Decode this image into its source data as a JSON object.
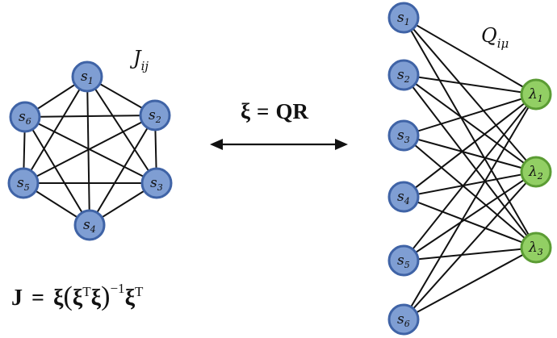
{
  "left_graph": {
    "title": "J",
    "title_sub": "ij",
    "nodes": [
      {
        "name": "s",
        "sub": "1"
      },
      {
        "name": "s",
        "sub": "2"
      },
      {
        "name": "s",
        "sub": "3"
      },
      {
        "name": "s",
        "sub": "4"
      },
      {
        "name": "s",
        "sub": "5"
      },
      {
        "name": "s",
        "sub": "6"
      }
    ]
  },
  "center": {
    "equation_lhs": "ξ",
    "equation_eq": "=",
    "equation_rhs": "QR"
  },
  "formula": {
    "lhs": "J",
    "eq": "=",
    "xi1": "ξ",
    "open_paren": "(",
    "xi2": "ξ",
    "t1": "T",
    "xi3": "ξ",
    "close_paren": ")",
    "exp": "−1",
    "xi4": "ξ",
    "t2": "T"
  },
  "right_graph": {
    "title": "Q",
    "title_sub": "iμ",
    "left_nodes": [
      {
        "name": "s",
        "sub": "1"
      },
      {
        "name": "s",
        "sub": "2"
      },
      {
        "name": "s",
        "sub": "3"
      },
      {
        "name": "s",
        "sub": "4"
      },
      {
        "name": "s",
        "sub": "5"
      },
      {
        "name": "s",
        "sub": "6"
      }
    ],
    "right_nodes": [
      {
        "name": "λ",
        "sub": "1"
      },
      {
        "name": "λ",
        "sub": "2"
      },
      {
        "name": "λ",
        "sub": "3"
      }
    ]
  },
  "colors": {
    "node_blue_fill": "#7f9ed3",
    "node_blue_stroke": "#3f63a6",
    "node_green_fill": "#92cf64",
    "node_green_stroke": "#5b9c34"
  }
}
